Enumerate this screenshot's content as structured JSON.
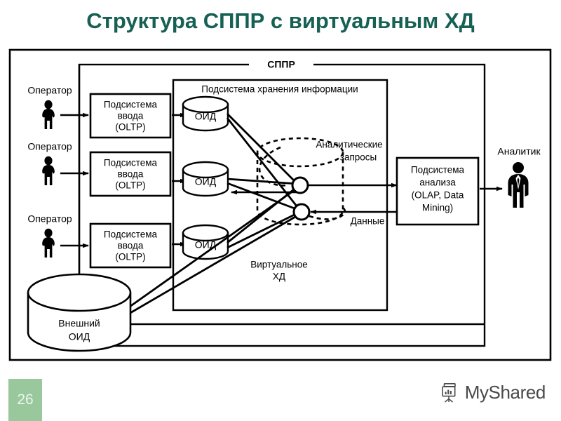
{
  "slide": {
    "title": "Структура СППР с виртуальным ХД",
    "number": "26",
    "title_color": "#166154",
    "accent_color": "#98c89b"
  },
  "brand": {
    "name": "MyShared",
    "icon": "presentation-chart-icon"
  },
  "diagram": {
    "frames": {
      "outer": "",
      "sppr_label": "СППР",
      "storage_label": "Подсистема хранения информации",
      "virtual_dw_label_line1": "Виртуальное",
      "virtual_dw_label_line2": "ХД"
    },
    "operators": [
      {
        "label": "Оператор",
        "icon": "person-icon"
      },
      {
        "label": "Оператор",
        "icon": "person-icon"
      },
      {
        "label": "Оператор",
        "icon": "person-icon"
      }
    ],
    "oltp_boxes": [
      {
        "line1": "Подсистема",
        "line2": "ввода",
        "line3": "(OLTP)"
      },
      {
        "line1": "Подсистема",
        "line2": "ввода",
        "line3": "(OLTP)"
      },
      {
        "line1": "Подсистема",
        "line2": "ввода",
        "line3": "(OLTP)"
      }
    ],
    "oid_cylinders": [
      {
        "label": "ОИД"
      },
      {
        "label": "ОИД"
      },
      {
        "label": "ОИД"
      }
    ],
    "external_source": {
      "line1": "Внешний",
      "line2": "ОИД"
    },
    "flow_labels": {
      "queries_line1": "Аналитические",
      "queries_line2": "запросы",
      "data": "Данные"
    },
    "analysis_box": {
      "line1": "Подсистема",
      "line2": "анализа",
      "line3": "(OLAP, Data",
      "line4": "Mining)"
    },
    "analyst": {
      "label": "Аналитик",
      "icon": "businessperson-icon"
    }
  }
}
